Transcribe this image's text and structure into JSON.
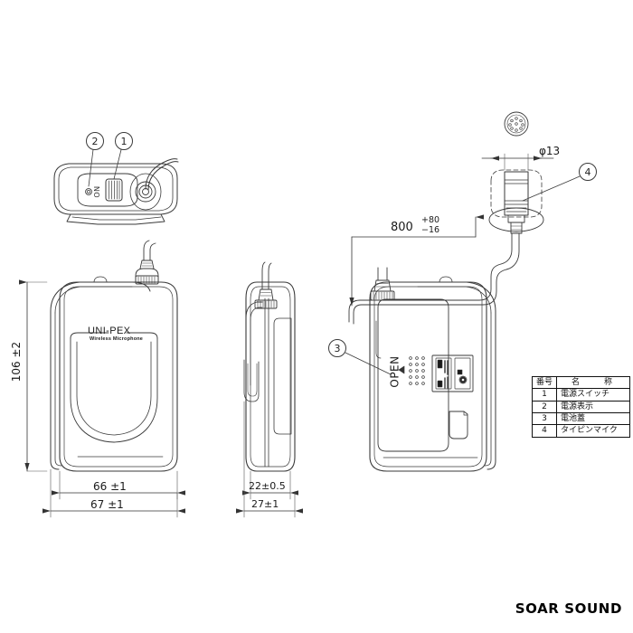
{
  "document": {
    "kind": "technical-drawing",
    "brand_footer": "SOAR SOUND",
    "product_label": {
      "line1": "UNI-PEX",
      "line2": "Wireless Microphone"
    },
    "battery_cover_text": "OPEN"
  },
  "callouts": [
    {
      "id": "1",
      "label": "1"
    },
    {
      "id": "2",
      "label": "2"
    },
    {
      "id": "3",
      "label": "3"
    },
    {
      "id": "4",
      "label": "4"
    }
  ],
  "dimensions": {
    "height": "106 ±2",
    "width_inner": "66 ±1",
    "width_outer": "67 ±1",
    "depth_inner": "22±0.5",
    "depth_outer": "27±1",
    "cable_length": "800",
    "cable_tol_plus": "+80",
    "cable_tol_minus": "−16",
    "mic_diameter": "φ13"
  },
  "parts_table": {
    "headers": [
      "番号",
      "名　　称"
    ],
    "rows": [
      {
        "no": "1",
        "name": "電源スイッチ"
      },
      {
        "no": "2",
        "name": "電源表示"
      },
      {
        "no": "3",
        "name": "電池蓋"
      },
      {
        "no": "4",
        "name": "タイピンマイク"
      }
    ]
  }
}
